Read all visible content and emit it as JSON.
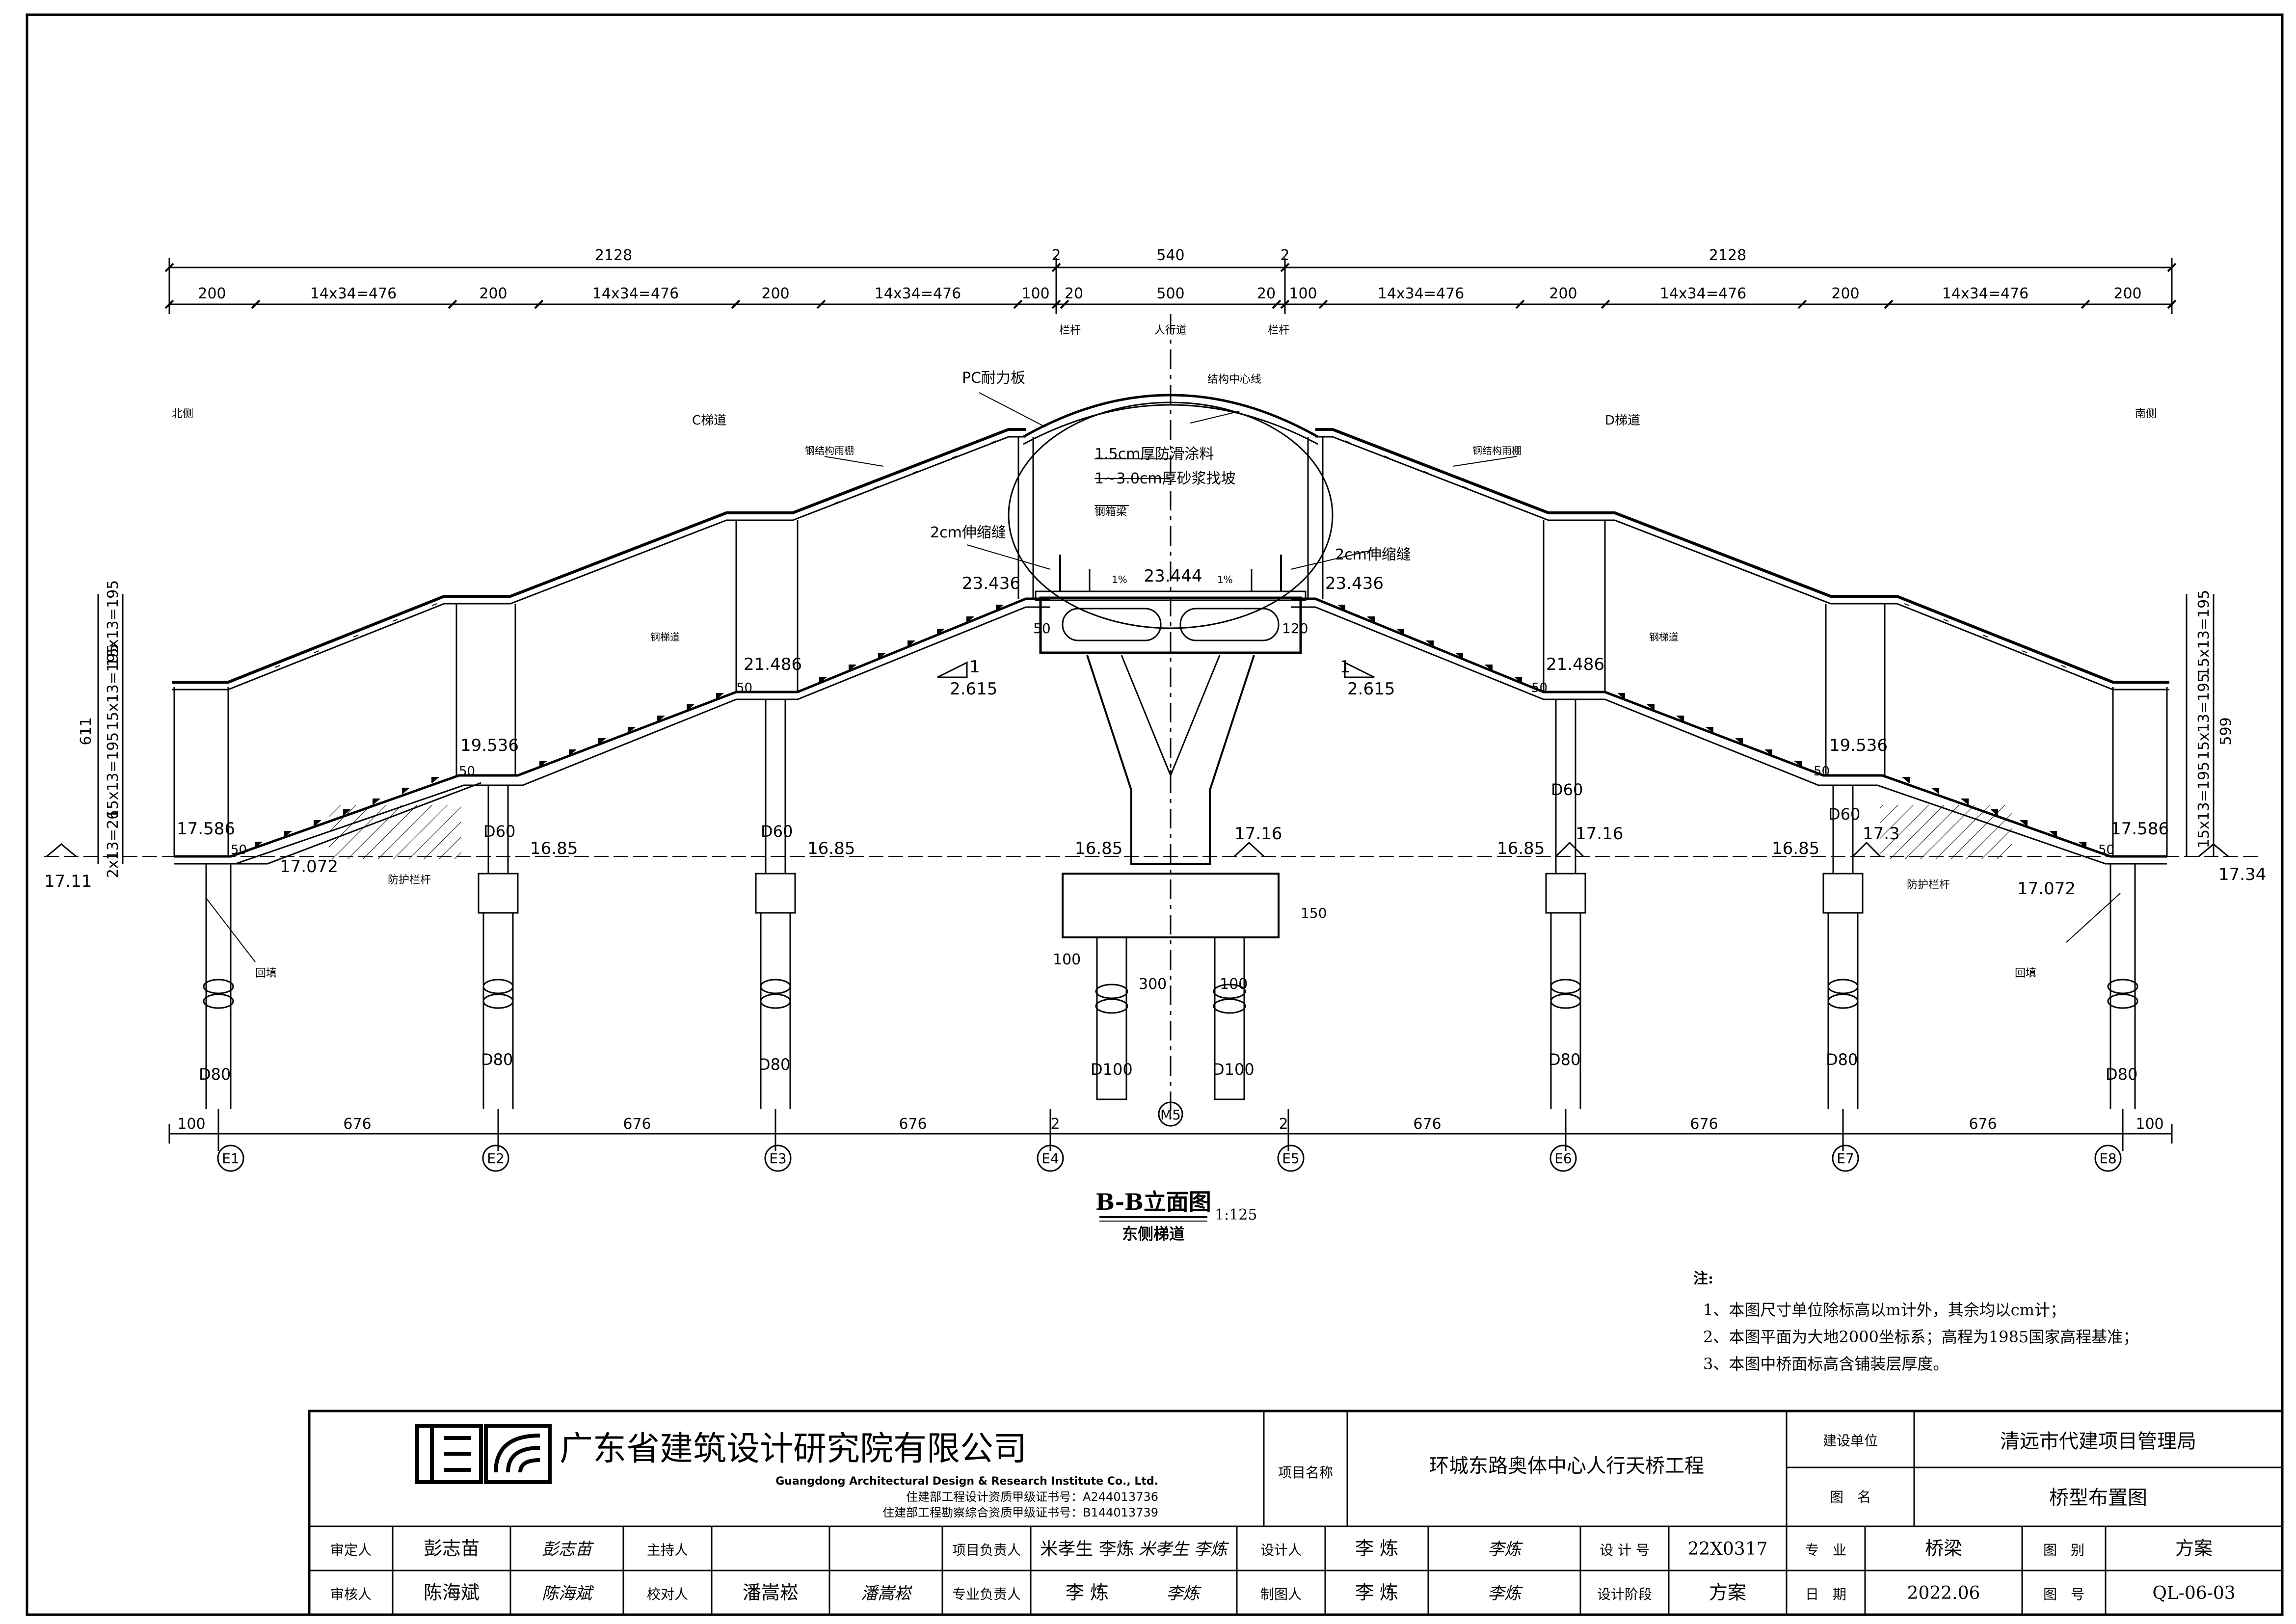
{
  "top_dims": {
    "row1": [
      "2128",
      "2",
      "540",
      "2",
      "2128"
    ],
    "row2": [
      "200",
      "14x34=476",
      "200",
      "14x34=476",
      "200",
      "14x34=476",
      "100",
      "20",
      "500",
      "20",
      "100",
      "14x34=476",
      "200",
      "14x34=476",
      "200",
      "14x34=476",
      "200"
    ]
  },
  "callouts": {
    "railing_left": "栏杆",
    "walkway": "人行道",
    "railing_right": "栏杆",
    "pc_panel": "PC耐力板",
    "structure_center": "结构中心线",
    "waterproof": "1.5cm厚防滑涂料",
    "screed": "1~3.0cm厚砂浆找坡",
    "steel_beam": "钢箱梁",
    "joint_left": "2cm伸缩缝",
    "joint_right": "2cm伸缩缝",
    "north_side": "北侧",
    "south_side": "南侧",
    "c_stair": "C梯道",
    "d_stair": "D梯道",
    "steel_canopy_left": "钢结构雨棚",
    "steel_canopy_right": "钢结构雨棚",
    "steel_stair_left": "钢梯道",
    "steel_stair_right": "钢梯道",
    "rail_guard_left": "防护栏杆",
    "rail_guard_right": "防护栏杆",
    "backfill_left": "回填",
    "backfill_right": "回填"
  },
  "elevations": {
    "deck_center": "23.444",
    "deck_left": "23.436",
    "deck_right": "23.436",
    "landing2_left": "21.486",
    "landing2_right": "21.486",
    "landing1_left": "19.536",
    "landing1_right": "19.536",
    "base_left": "17.586",
    "base_right": "17.586",
    "ground_far_left": "17.11",
    "ground_far_right": "17.34",
    "ground_l1": "17.072",
    "ground_r1": "17.072",
    "grade_1": "16.85",
    "grade_2": "16.85",
    "grade_3": "16.85",
    "grade_4": "16.85",
    "grade_5": "16.85",
    "pier_ground": "17.16",
    "e6_ground": "17.16",
    "e7_ground": "17.3",
    "slope_1": "1%",
    "slope_2": "1%"
  },
  "slopes": {
    "left_top": "1",
    "left_bottom": "2.615",
    "right_top": "1",
    "right_bottom": "2.615"
  },
  "side_dims": {
    "left": [
      "611",
      "15x13=195",
      "15x13=195",
      "15x13=195",
      "2x13=26"
    ],
    "right": [
      "599",
      "15x13=195",
      "15x13=195",
      "15x13=195"
    ]
  },
  "member_labels": {
    "d60": "D60",
    "d80": "D80",
    "d100": "D100",
    "dim50": "50",
    "dim120": "120",
    "dim150": "150",
    "dim100": "100",
    "dim300": "300",
    "pier": "M5"
  },
  "bottom_dims": [
    "100",
    "676",
    "676",
    "676",
    "2",
    "2",
    "676",
    "676",
    "676",
    "100"
  ],
  "axes": [
    "E1",
    "E2",
    "E3",
    "E4",
    "E5",
    "E6",
    "E7",
    "E8"
  ],
  "view_title": {
    "main": "B-B立面图",
    "scale": "1:125",
    "sub": "东侧梯道"
  },
  "notes": {
    "title": "注:",
    "items": [
      "1、本图尺寸单位除标高以m计外，其余均以cm计；",
      "2、本图平面为大地2000坐标系；高程为1985国家高程基准；",
      "3、本图中桥面标高含铺装层厚度。"
    ]
  },
  "title_block": {
    "company_cn": "广东省建筑设计研究院有限公司",
    "company_en": "Guangdong Architectural Design & Research Institute Co., Ltd.",
    "cert1": "住建部工程设计资质甲级证书号：A244013736",
    "cert2": "住建部工程勘察综合资质甲级证书号：B144013739",
    "project_name_label": "项目名称",
    "project_name": "环城东路奥体中心人行天桥工程",
    "client_label": "建设单位",
    "client": "清远市代建项目管理局",
    "drawing_name_label": "图　名",
    "drawing_name": "桥型布置图",
    "approver_label": "审定人",
    "approver": "彭志苗",
    "approver_sig": "彭志苗",
    "chief_label": "主持人",
    "proj_lead_label": "项目负责人",
    "proj_lead": "米孝生 李炼",
    "proj_lead_sig": "米孝生 李炼",
    "designer_label": "设计人",
    "designer": "李 炼",
    "designer_sig": "李炼",
    "design_no_label": "设 计 号",
    "design_no": "22X0317",
    "specialty_label": "专　业",
    "specialty": "桥梁",
    "category_label": "图　别",
    "category": "方案",
    "reviewer_label": "审核人",
    "reviewer": "陈海斌",
    "reviewer_sig": "陈海斌",
    "checker_label": "校对人",
    "checker": "潘嵩崧",
    "checker_sig": "潘嵩崧",
    "spec_lead_label": "专业负责人",
    "spec_lead": "李 炼",
    "spec_lead_sig": "李炼",
    "drafter_label": "制图人",
    "drafter": "李 炼",
    "drafter_sig": "李炼",
    "stage_label": "设计阶段",
    "stage": "方案",
    "date_label": "日　期",
    "date": "2022.06",
    "drawing_no_label": "图　号",
    "drawing_no": "QL-06-03"
  }
}
